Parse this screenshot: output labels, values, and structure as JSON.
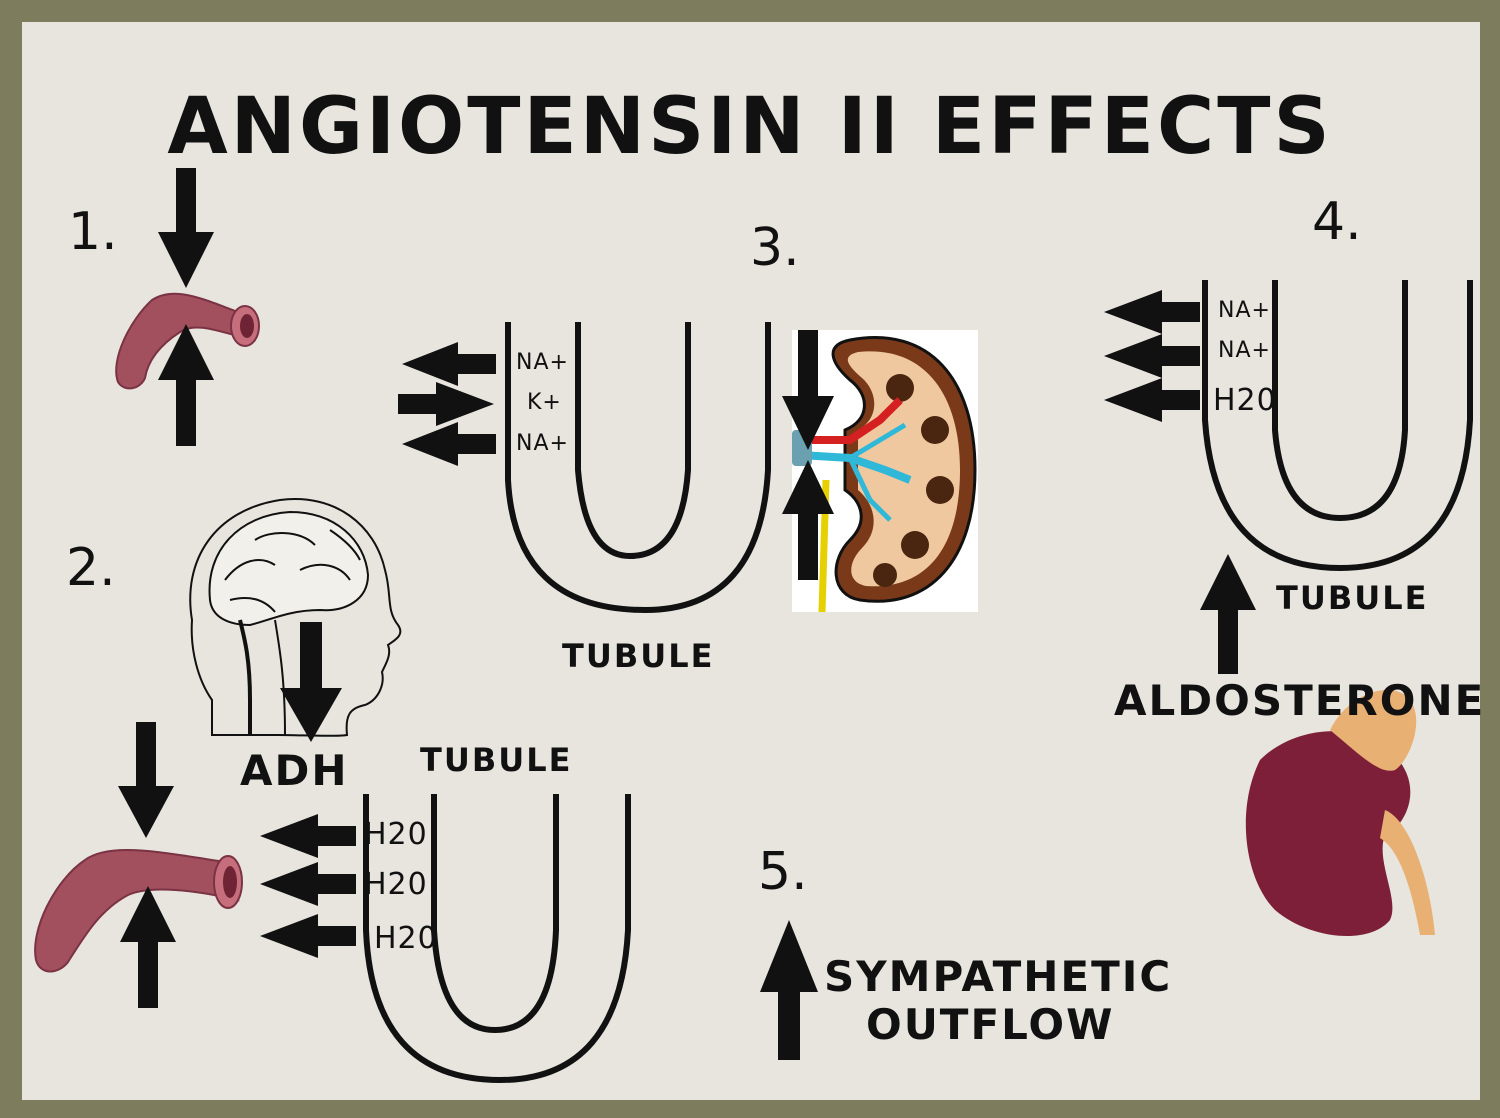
{
  "title": "ANGIOTENSIN II EFFECTS",
  "effect_numbers": {
    "one": "1.",
    "two": "2.",
    "three": "3.",
    "four": "4.",
    "five": "5."
  },
  "tubule_label": "TUBULE",
  "ions_3": {
    "top": "NA+",
    "middle": "K+",
    "bottom": "NA+"
  },
  "ions_4": {
    "top": "NA+",
    "middle": "NA+",
    "bottom": "H20"
  },
  "ions_2": {
    "top": "H20",
    "middle": "H20",
    "bottom": "H20"
  },
  "adh": "ADH",
  "aldosterone": "ALDOSTERONE",
  "sympathetic": {
    "line1": "SYMPATHETIC",
    "line2": "OUTFLOW"
  },
  "colors": {
    "background": "#7d7c5c",
    "paper": "#e7e5de",
    "ink": "#111111",
    "vessel": "#a24f5e",
    "kidney_cortex": "#7a3a1a",
    "kidney_medulla": "#f0c8a0",
    "adrenal_gland": "#7e1f3a",
    "adrenal_cap": "#e9b074"
  },
  "icons": [
    "down-arrow",
    "up-arrow",
    "left-arrow",
    "right-arrow",
    "blood-vessel",
    "kidney",
    "brain-head",
    "adrenal-gland",
    "u-tubule"
  ]
}
